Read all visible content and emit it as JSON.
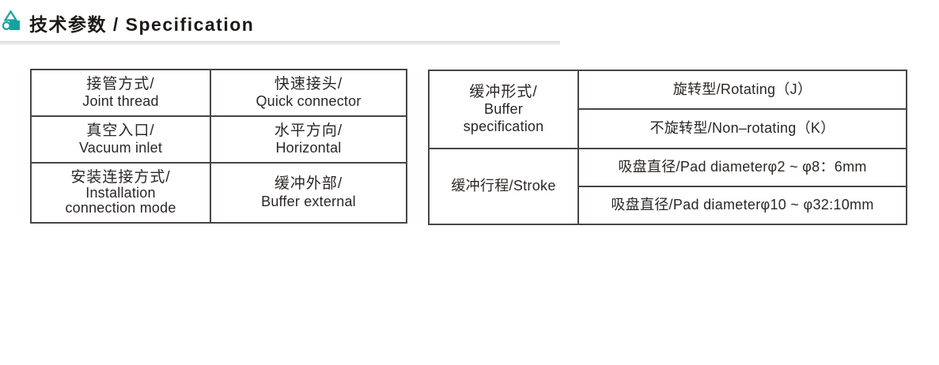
{
  "header": {
    "title": "技术参数 / Specification",
    "accent_color": "#16a2a0",
    "icon": "shapes-triangle-circle-square-icon"
  },
  "left_table": {
    "rows": [
      {
        "label": {
          "zh": "接管方式/",
          "en": "Joint thread"
        },
        "value": {
          "zh": "快速接头/",
          "en": "Quick connector"
        }
      },
      {
        "label": {
          "zh": "真空入口/",
          "en": "Vacuum inlet"
        },
        "value": {
          "zh": "水平方向/",
          "en": "Horizontal"
        }
      },
      {
        "label": {
          "zh": "安装连接方式/",
          "en": "Installation",
          "en2": "connection mode"
        },
        "value": {
          "zh": "缓冲外部/",
          "en": "Buffer external"
        }
      }
    ]
  },
  "right_table": {
    "buffer_form": {
      "label": {
        "zh": "缓冲形式/",
        "en": "Buffer",
        "en2": "specification"
      },
      "option1": "旋转型/Rotating（J）",
      "option2": "不旋转型/Non–rotating（K）"
    },
    "stroke": {
      "label": "缓冲行程/Stroke",
      "option1": "吸盘直径/Pad diameterφ2 ~ φ8：6mm",
      "option2": "吸盘直径/Pad diameterφ10 ~ φ32:10mm"
    }
  },
  "colors": {
    "accent_teal": "#16a2a0",
    "table_border": "#4a4544",
    "text": "#2b2725",
    "divider_gray": "#e0e0e0"
  }
}
